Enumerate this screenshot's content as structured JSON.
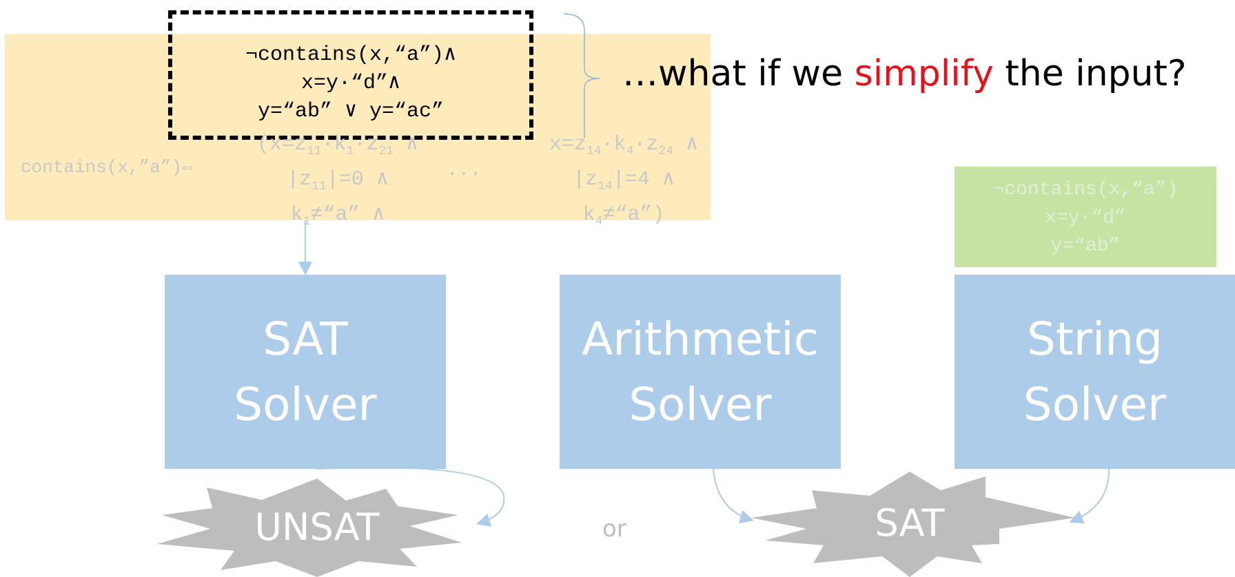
{
  "question": {
    "prefix": "…what if we ",
    "highlight": "simplify",
    "suffix": " the input?"
  },
  "colors": {
    "highlight": "#E8101A",
    "solver_fill": "#ADCCE9",
    "yellow_band": "#FEE9B5",
    "green_box": "#C6E3A4",
    "burst": "#BDBDBD"
  },
  "selected_formula": [
    "¬contains(x,“a”)∧",
    "x=y·“d”∧",
    "y=“ab” ∨ y=“ac”"
  ],
  "expansion": {
    "lhs": "contains(x,”a”)⇔",
    "col1": {
      "z_a": "11",
      "k": "1",
      "z_b": "21",
      "len": "|z",
      "len_sub": "11",
      "len_tail": "|=0 ∧",
      "k_line_sub": "1",
      "k_line_tail": "≠“a” ∧",
      "open": "(x=z",
      "dot": "·k",
      "dot2": "·z",
      "and": " ∧"
    },
    "ellipsis": "...",
    "col2": {
      "z_a": "14",
      "k": "4",
      "z_b": "24",
      "len": "|z",
      "len_sub": "14",
      "len_tail": "|=4 ∧",
      "k_line_sub": "4",
      "k_line_tail": "≠“a”)",
      "open": "x=z",
      "dot": "·k",
      "dot2": "·z",
      "and": " ∧"
    }
  },
  "simplified": [
    "¬contains(x,“a”)",
    "x=y·“d”",
    "y=“ab”"
  ],
  "solvers": [
    {
      "line1": "SAT",
      "line2": "Solver"
    },
    {
      "line1": "Arithmetic",
      "line2": "Solver"
    },
    {
      "line1": "String",
      "line2": "Solver"
    }
  ],
  "results": {
    "unsat": "UNSAT",
    "or": "or",
    "sat": "SAT"
  }
}
